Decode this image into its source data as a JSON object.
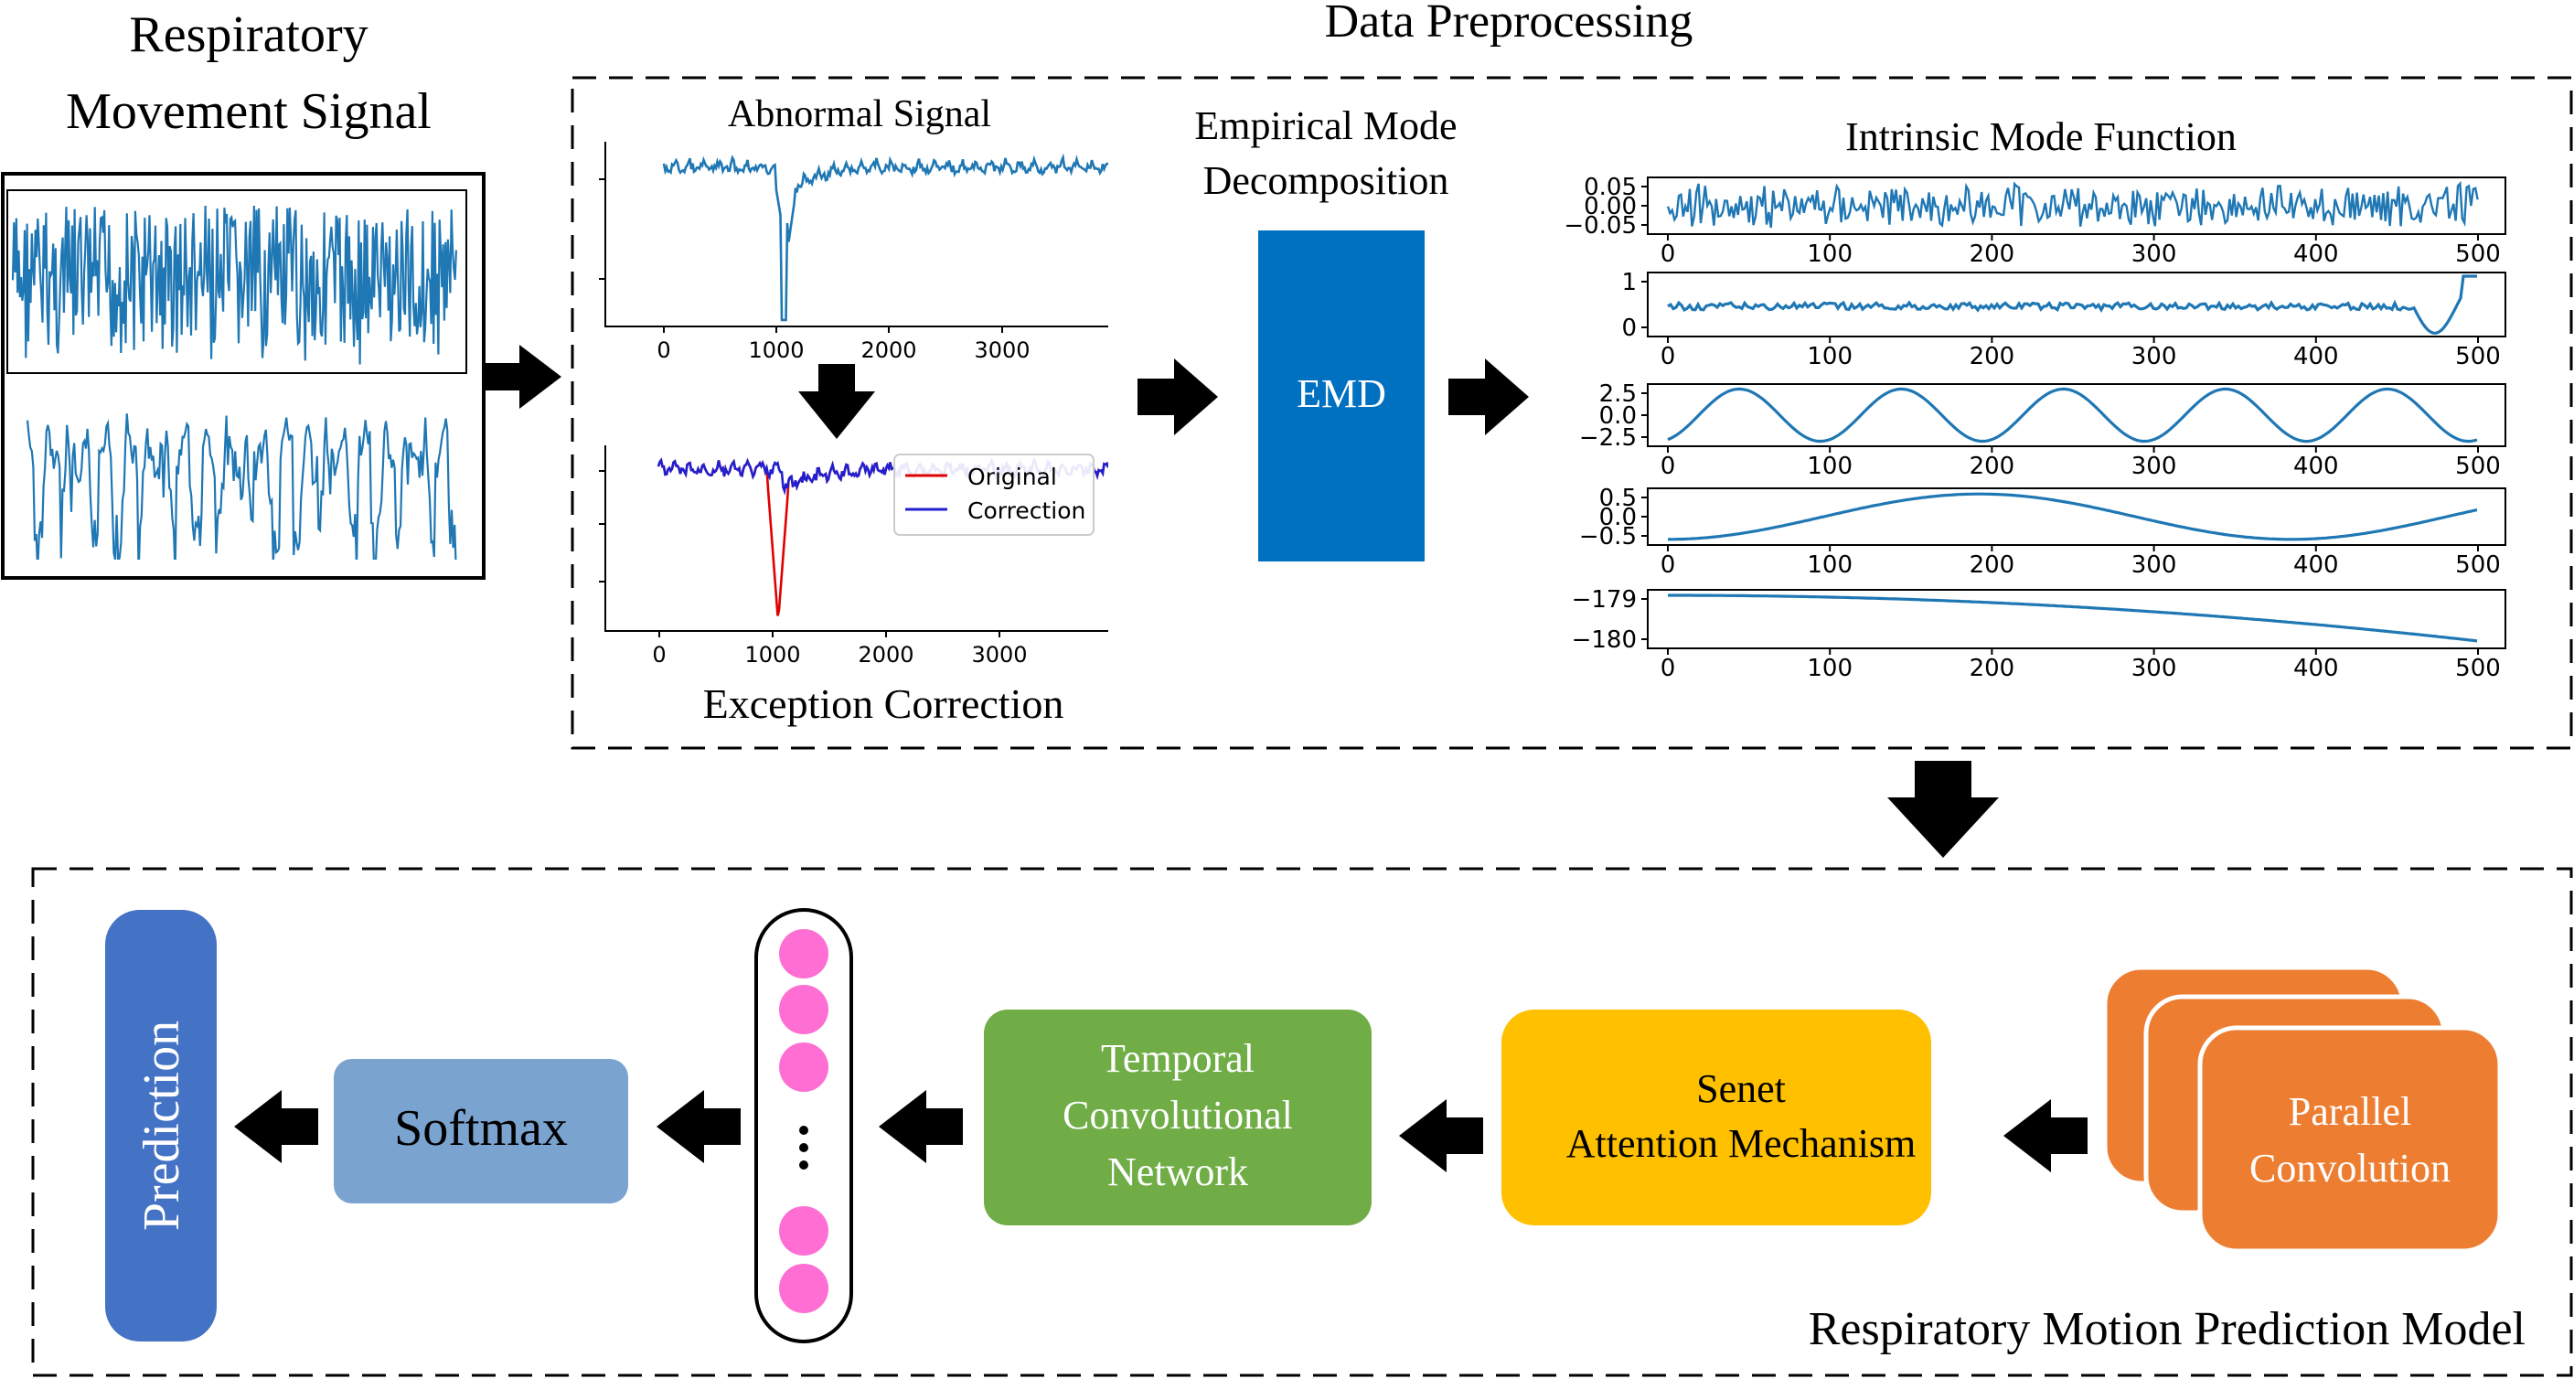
{
  "colors": {
    "signal_blue": "#1f77b4",
    "correction_blue": "#2020d0",
    "original_red": "#e00000",
    "emd_blue": "#0070c0",
    "prediction_blue": "#4472c4",
    "softmax_blue": "#7aa3cf",
    "tcn_green": "#70ad47",
    "senet_yellow": "#ffc000",
    "conv_orange": "#ed7d31",
    "neuron_pink": "#ff6ed2"
  },
  "input": {
    "title_line1": "Respiratory",
    "title_line2": "Movement Signal"
  },
  "preprocessing": {
    "title": "Data Preprocessing",
    "abnormal_title": "Abnormal Signal",
    "abnormal_xticks": [
      "0",
      "1000",
      "2000",
      "3000"
    ],
    "correction_xticks": [
      "0",
      "1000",
      "2000",
      "3000"
    ],
    "legend_original": "Original",
    "legend_correction": "Correction",
    "correction_title": "Exception Correction",
    "emd_title_line1": "Empirical Mode",
    "emd_title_line2": "Decomposition",
    "emd_label": "EMD",
    "imf_title": "Intrinsic Mode Function",
    "imf_xticks": [
      "0",
      "100",
      "200",
      "300",
      "400",
      "500"
    ],
    "imf_yticks": [
      [
        "0.05",
        "0.00",
        "−0.05"
      ],
      [
        "1",
        "0"
      ],
      [
        "2.5",
        "0.0",
        "−2.5"
      ],
      [
        "0.5",
        "0.0",
        "−0.5"
      ],
      [
        "−179",
        "−180"
      ]
    ]
  },
  "model": {
    "title": "Respiratory Motion Prediction Model",
    "prediction": "Prediction",
    "softmax": "Softmax",
    "neuron_dots": "⋮",
    "tcn_line1": "Temporal",
    "tcn_line2": "Convolutional",
    "tcn_line3": "Network",
    "senet_line1": "Senet",
    "senet_line2": "Attention Mechanism",
    "conv_line1": "Parallel",
    "conv_line2": "Convolution"
  }
}
